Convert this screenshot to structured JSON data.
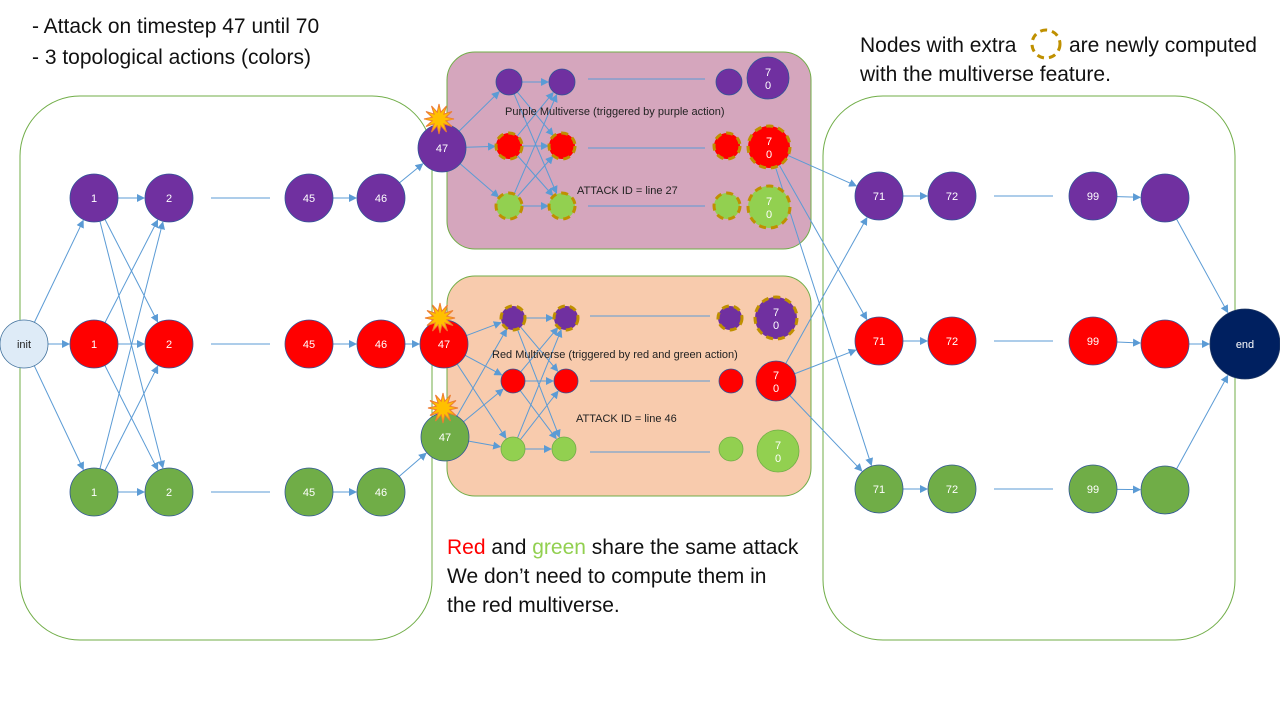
{
  "colors": {
    "purple": "#7030a0",
    "red": "#ff0000",
    "green": "#70ad47",
    "light_green": "#92d050",
    "init_fill": "#deebf7",
    "end_fill": "#002060",
    "edge": "#5b9bd5",
    "frame": "#70ad47",
    "purple_box": "#d5a6bd",
    "red_box": "#f8cbad",
    "ring": "#bf9000",
    "burst": "#ffc000"
  },
  "notes": {
    "line1": "- Attack on timestep 47 until 70",
    "line2": "- 3 topological actions (colors)"
  },
  "legend": {
    "text_before": "Nodes with extra",
    "text_after": "are newly computed",
    "line2": "with the multiverse feature.",
    "ring_icon": "dashed-ring-icon"
  },
  "multiverses": {
    "purple": {
      "title": "Purple Multiverse (triggered by purple action)",
      "attack": "ATTACK  ID = line 27"
    },
    "red": {
      "title": "Red Multiverse (triggered by red and green  action)",
      "attack": "ATTACK  ID = line 46"
    }
  },
  "share_note": {
    "red_word": "Red",
    "and_word": " and ",
    "green_word": "green",
    "rest1": " share the same attack",
    "line2": "We don’t need to compute them in",
    "line3": "the red multiverse."
  },
  "nodes": {
    "init": "init",
    "end": "end",
    "p1": "1",
    "p2": "2",
    "p45": "45",
    "p46": "46",
    "p47": "47",
    "r1": "1",
    "r2": "2",
    "r45": "45",
    "r46": "46",
    "r47": "47",
    "g1": "1",
    "g2": "2",
    "g45": "45",
    "g46": "46",
    "g47": "47",
    "pm_p70": "7\n0",
    "pm_r70": "7\n0",
    "pm_g70": "7\n0",
    "rm_p70": "7\n0",
    "rm_r70": "7\n0",
    "rm_g70": "7\n0",
    "p71": "71",
    "p72": "72",
    "p99": "99",
    "r71": "71",
    "r72": "72",
    "r99": "99",
    "g71": "71",
    "g72": "72",
    "g99": "99"
  },
  "icons": [
    "attack-burst-icon",
    "dashed-ring-icon"
  ]
}
